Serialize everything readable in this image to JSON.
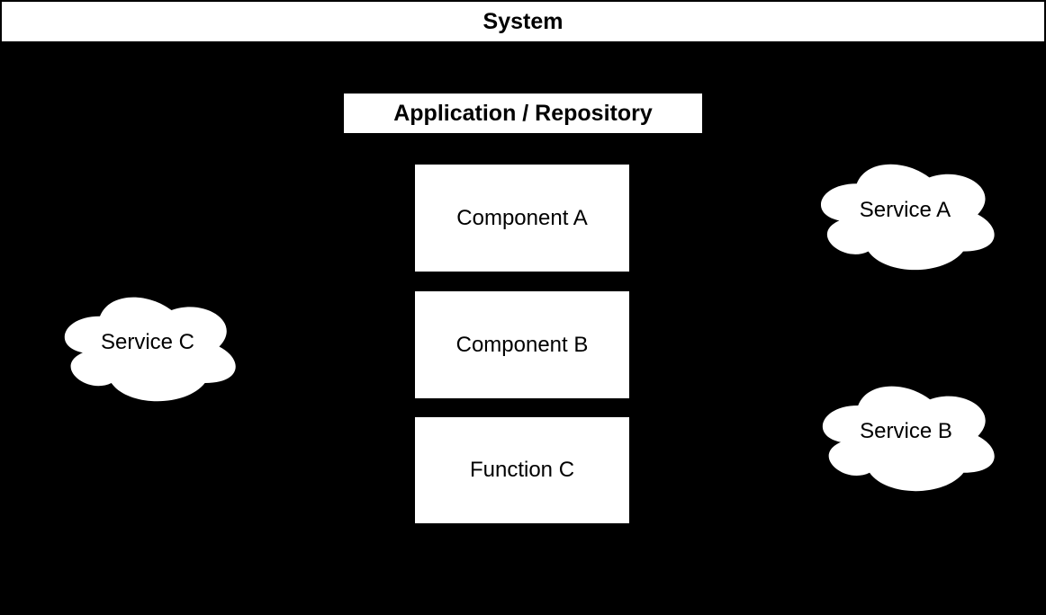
{
  "colors": {
    "background": "#000000",
    "shape_fill": "#ffffff",
    "shape_text": "#000000"
  },
  "system": {
    "title": "System"
  },
  "application": {
    "label": "Application / Repository"
  },
  "components": [
    {
      "label": "Component A"
    },
    {
      "label": "Component B"
    },
    {
      "label": "Function C"
    }
  ],
  "services": [
    {
      "label": "Service A"
    },
    {
      "label": "Service B"
    },
    {
      "label": "Service C"
    }
  ]
}
